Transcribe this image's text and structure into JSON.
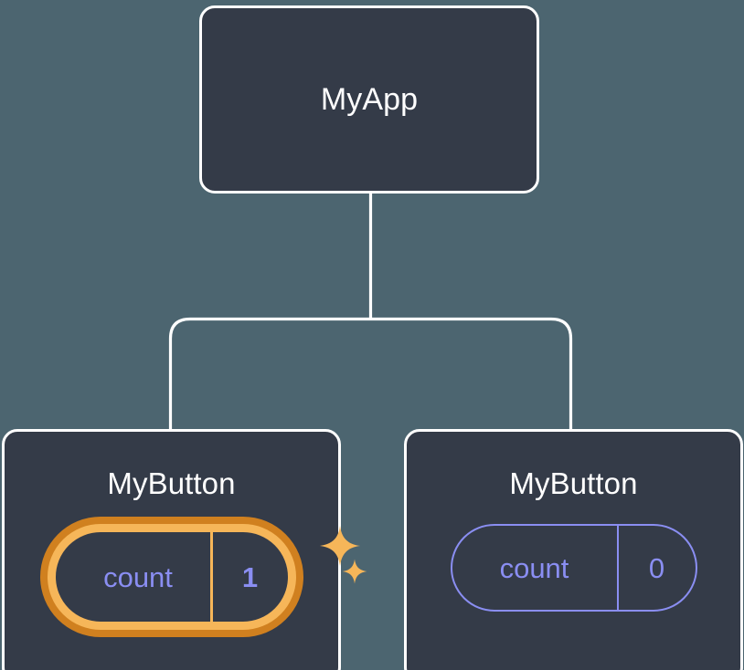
{
  "diagram": {
    "type": "component-tree",
    "title": "MyApp component tree with per-instance state",
    "background_color": "#4c6570",
    "node_fill_color": "#343b48",
    "node_border_color": "#ffffff",
    "connector_color": "#ffffff",
    "state_text_color": "#8a8ef2",
    "highlight_inner_color": "#f6b659",
    "highlight_outer_color": "#d0801f"
  },
  "nodes": {
    "root": {
      "label": "MyApp"
    },
    "children": [
      {
        "label": "MyButton",
        "state": {
          "key": "count",
          "value": "1"
        },
        "highlighted": true,
        "sparkles": [
          "sparkle-large-icon",
          "sparkle-small-icon"
        ]
      },
      {
        "label": "MyButton",
        "state": {
          "key": "count",
          "value": "0"
        },
        "highlighted": false
      }
    ]
  },
  "edges": [
    {
      "from": "MyApp",
      "to": "MyButton (count 1)"
    },
    {
      "from": "MyApp",
      "to": "MyButton (count 0)"
    }
  ]
}
